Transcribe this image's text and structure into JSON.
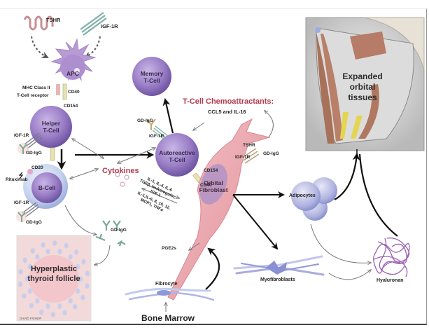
{
  "diagram": {
    "receptors_top": {
      "tshr": "TSHR",
      "igf1r": "IGF-1R"
    },
    "apc": {
      "label": "APC",
      "mhc": "MHC Class II",
      "tcr": "T-Cell receptor",
      "cd40": "CD40",
      "cd154": "CD154"
    },
    "helper_tcell": {
      "line1": "Helper",
      "line2": "T-Cell",
      "igf1r": "IGF-1R",
      "gdigg": "GD-IgG"
    },
    "bcell": {
      "label": "B-Cell",
      "cd20": "CD20",
      "rituximab": "Rituximab",
      "igf1r": "IGF-1R",
      "gdigg": "GD-IgG"
    },
    "memory_tcell": {
      "line1": "Memory",
      "line2": "T-Cell"
    },
    "autoreactive_tcell": {
      "line1": "Autoreactive",
      "line2": "T-Cell",
      "gdigg": "GD-IgG",
      "igf1r": "IGF-1R",
      "cd154": "CD154",
      "cd40": "CD40"
    },
    "chemoattractants": {
      "title": "T-Cell Chemoattractants:",
      "subtitle": "CCL5 and IL-16"
    },
    "cytokines": {
      "label": "Cytokines",
      "to_fibroblast": [
        "IL-1, IL-4, IL-6",
        "TGFβ, leukoregulin,",
        "IGF-1"
      ],
      "from_fibroblast": [
        "IL-1,IL-6, 8, 10, 12,",
        "MCP1, TNFα"
      ]
    },
    "fibroblast": {
      "line1": "Orbital",
      "line2": "Fibroblast",
      "tshr": "TSHR",
      "igf1r": "IGF-1R",
      "gdigg": "GD-IgG",
      "pge2": "PGE2s"
    },
    "free_antibody": "GD-IgG",
    "thyroid": {
      "line1": "Hyperplastic",
      "line2": "thyroid follicle",
      "signature": "DAVID FISHER"
    },
    "fibrocyte": "Fibrocyte",
    "bone_marrow": "Bone Marrow",
    "adipocytes": "Adipocytes",
    "myofibroblasts": "Myofibroblasts",
    "hyaluronan": "Hyaluronan",
    "orbit": {
      "line1": "Expanded",
      "line2": "orbital",
      "line3": "tissues"
    },
    "colors": {
      "cell_purple": "#9a7fc4",
      "fibroblast_pink": "#eaa3ab",
      "label_red": "#b43a4e",
      "arrow": "#111111",
      "thin_arrow": "#777777",
      "antibody_green": "#7aa89a"
    }
  }
}
